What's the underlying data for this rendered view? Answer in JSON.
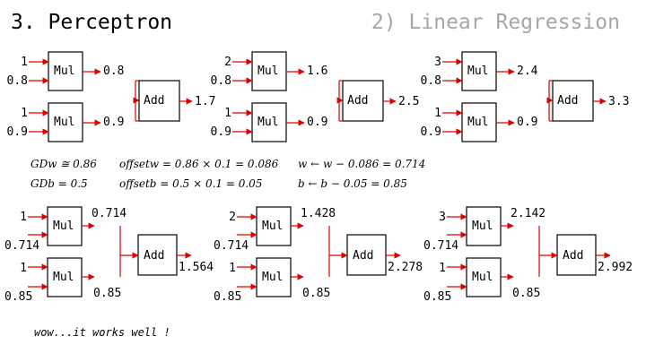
{
  "header": {
    "title": "3. Perceptron",
    "subtitle": "2) Linear Regression"
  },
  "labels": {
    "mul": "Mul",
    "add": "Add"
  },
  "row1": [
    {
      "x1": "1",
      "w1": "0.8",
      "x2": "1",
      "w2": "0.9",
      "p1": "0.8",
      "p2": "0.9",
      "out": "1.7"
    },
    {
      "x1": "2",
      "w1": "0.8",
      "x2": "1",
      "w2": "0.9",
      "p1": "1.6",
      "p2": "0.9",
      "out": "2.5"
    },
    {
      "x1": "3",
      "w1": "0.8",
      "x2": "1",
      "w2": "0.9",
      "p1": "2.4",
      "p2": "0.9",
      "out": "3.3"
    }
  ],
  "row2": [
    {
      "x1": "1",
      "w1": "0.714",
      "x2": "1",
      "w2": "0.85",
      "p1": "0.714",
      "p2": "0.85",
      "out": "1.564"
    },
    {
      "x1": "2",
      "w1": "0.714",
      "x2": "1",
      "w2": "0.85",
      "p1": "1.428",
      "p2": "0.85",
      "out": "2.278"
    },
    {
      "x1": "3",
      "w1": "0.714",
      "x2": "1",
      "w2": "0.85",
      "p1": "2.142",
      "p2": "0.85",
      "out": "2.992"
    }
  ],
  "equations": {
    "gdw": "GDw ≅ 0.86",
    "gdb": "GDb = 0.5",
    "offw": "offsetw = 0.86 × 0.1 = 0.086",
    "offb": "offsetb = 0.5 × 0.1 = 0.05",
    "wupd": "w ← w − 0.086 = 0.714",
    "bupd": "b ← b − 0.05 = 0.85"
  },
  "note": "wow...it works well !",
  "colors": {
    "arrow": "#e00000",
    "text": "#000000",
    "subtitle": "#a6a6a6"
  }
}
